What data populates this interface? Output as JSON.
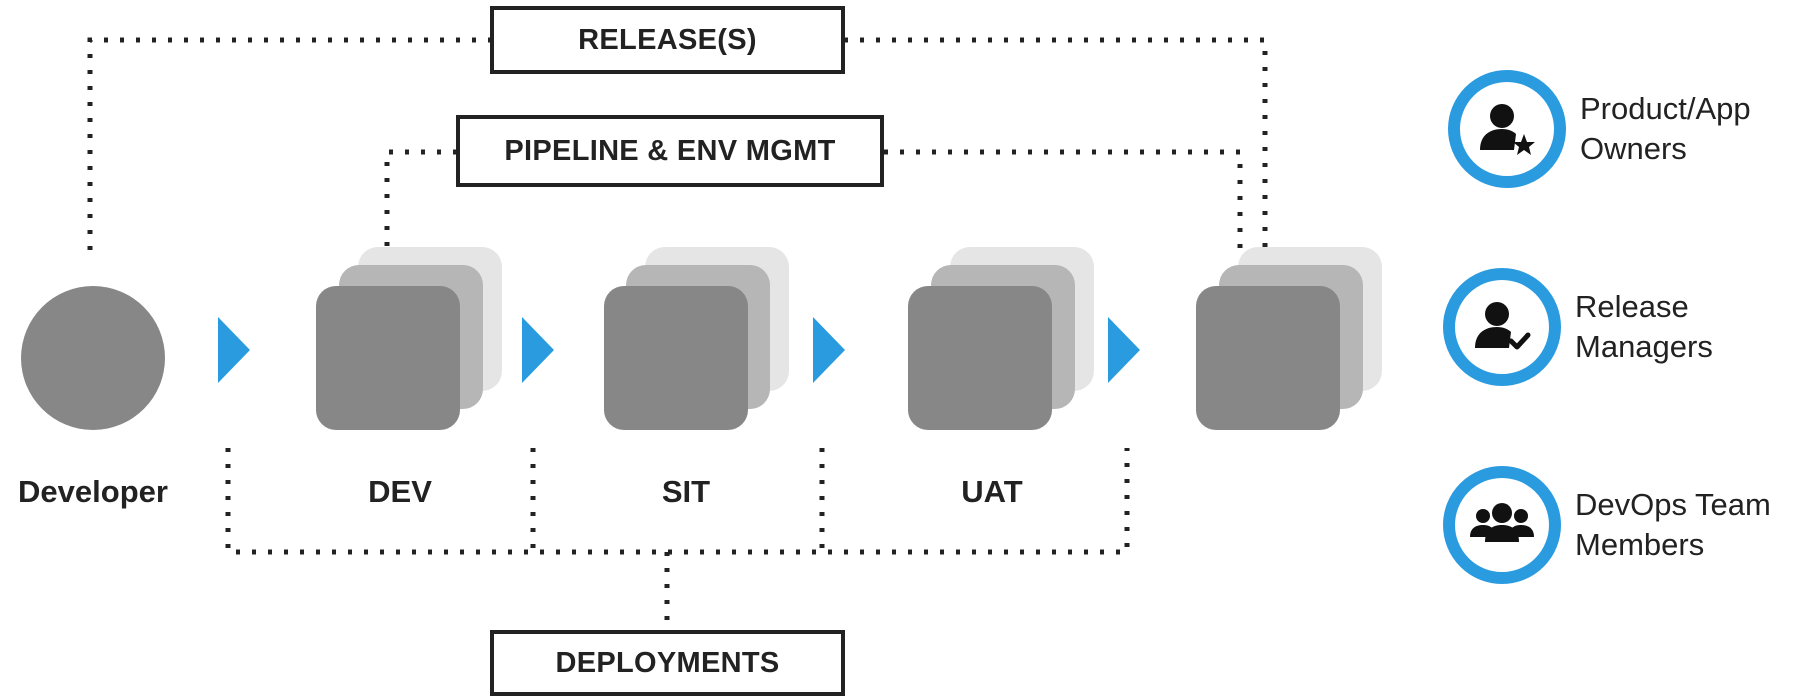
{
  "labels": {
    "releases": "RELEASE(S)",
    "pipeline": "PIPELINE & ENV MGMT",
    "deployments": "DEPLOYMENTS"
  },
  "stages": {
    "developer": "Developer",
    "dev": "DEV",
    "sit": "SIT",
    "uat": "UAT"
  },
  "roles": [
    {
      "icon": "user-star-icon",
      "line1": "Product/App",
      "line2": "Owners"
    },
    {
      "icon": "user-check-icon",
      "line1": "Release",
      "line2": "Managers"
    },
    {
      "icon": "user-group-icon",
      "line1": "DevOps Team",
      "line2": "Members"
    }
  ],
  "colors": {
    "accent_blue": "#2b9be0",
    "card_front": "#878787",
    "card_middle": "#b6b6b6",
    "card_back": "#e5e5e5",
    "line": "#222222"
  }
}
